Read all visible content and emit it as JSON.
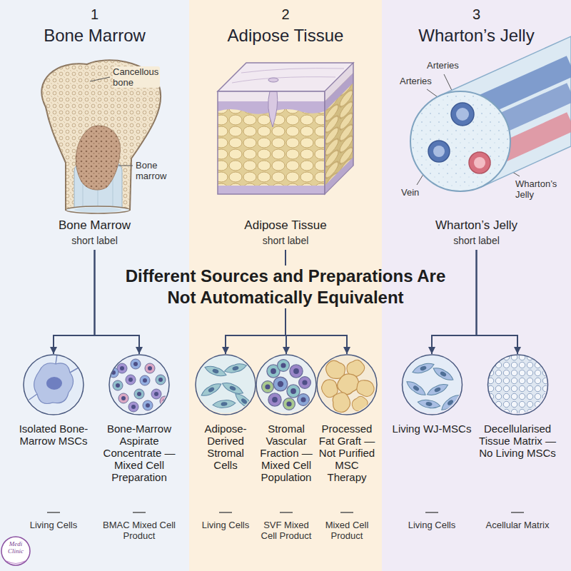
{
  "diagram": {
    "title": "Different Sources and Preparations Are Not Automatically Equivalent",
    "nodes": [
      {
        "text": [
          "1",
          "Bone Marrow",
          "Bone Marrow",
          "short label"
        ]
      },
      {
        "text": [
          "2",
          "Adipose Tissue",
          "Adipose Tissue",
          "short label"
        ]
      },
      {
        "text": [
          "3",
          "Wharton’s Jelly",
          "Wharton’s Jelly",
          "short label"
        ]
      },
      {
        "text": [
          "Isolated Bone-Marrow MSCs",
          "Living Cells"
        ]
      },
      {
        "text": [
          "Bone-Marrow Aspirate Concentrate — Mixed Cell Preparation",
          "BMAC Mixed Cell Product"
        ]
      },
      {
        "text": [
          "Adipose-Derived Stromal Cells",
          "Living Cells"
        ]
      },
      {
        "text": [
          "Stromal Vascular Fraction — Mixed Cell Population",
          "SVF Mixed Cell Product"
        ]
      },
      {
        "text": [
          "Processed Fat Graft — Not Purified MSC Therapy",
          "Mixed Cell Product"
        ]
      },
      {
        "text": [
          "Living WJ-MSCs",
          "Living Cells"
        ]
      },
      {
        "text": [
          "Decellularised Tissue Matrix — No Living MSCs",
          "Acellular Matrix"
        ]
      }
    ],
    "edges": [
      {
        "from": 0,
        "to": 3,
        "arrow": "to"
      },
      {
        "from": 0,
        "to": 4,
        "arrow": "to"
      },
      {
        "from": 1,
        "to": 5,
        "arrow": "to"
      },
      {
        "from": 1,
        "to": 6,
        "arrow": "to"
      },
      {
        "from": 1,
        "to": 7,
        "arrow": "to"
      },
      {
        "from": 2,
        "to": 8,
        "arrow": "to"
      },
      {
        "from": 2,
        "to": 9,
        "arrow": "to"
      }
    ],
    "labels": [
      "Cancellous bone",
      "Bone marrow",
      "Arteries",
      "Arteries",
      "Vein",
      "Wharton’s Jelly",
      "Medi Clinic"
    ]
  }
}
